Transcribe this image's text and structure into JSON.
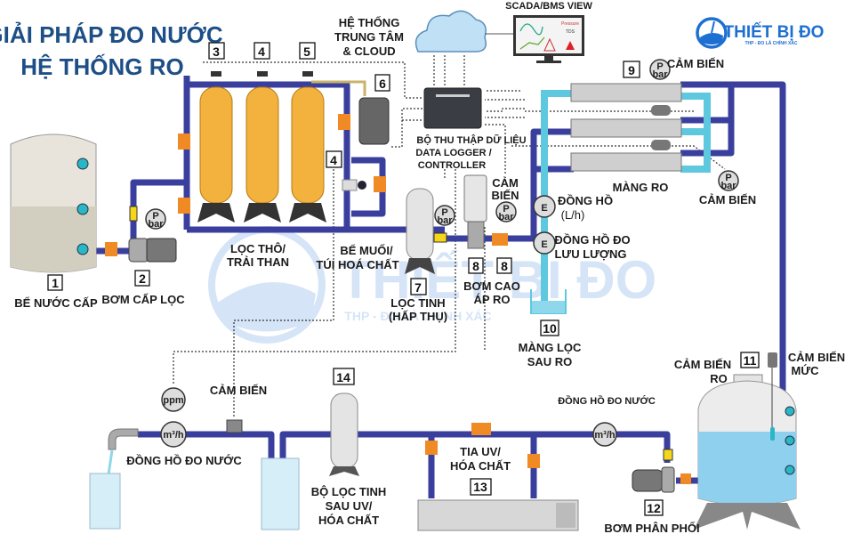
{
  "title": {
    "line1": "GIẢI PHÁP ĐO NƯỚC",
    "line2": "HỆ THỐNG RO"
  },
  "logo": {
    "name": "THIẾT BỊ ĐO",
    "tagline": "THP - ĐO LÀ CHÍNH XÁC",
    "color": "#1d6fd1"
  },
  "colors": {
    "pipe": "#3a3f9e",
    "permeate": "#5ec8df",
    "filter": "#f3b13d",
    "valve": "#f08a24",
    "title": "#1d4f86"
  },
  "cloud": {
    "line1": "HỆ THỐNG",
    "line2": "TRUNG TÂM",
    "line3": "& CLOUD"
  },
  "scada": {
    "label": "SCADA/BMS VIEW",
    "pressure": "Pressure",
    "tds": "TDS"
  },
  "logger": {
    "line1": "BỘ THU THẬP DỮ LIỆU",
    "line2": "DATA LOGGER /",
    "line3": "CONTROLLER"
  },
  "numbers": {
    "n1": "1",
    "n2": "2",
    "n3": "3",
    "n4": "4",
    "n4b": "4",
    "n5": "5",
    "n6": "6",
    "n7": "7",
    "n8": "8",
    "n8b": "8",
    "n9": "9",
    "n10": "10",
    "n11": "11",
    "n12": "12",
    "n13": "13",
    "n14": "14"
  },
  "labels": {
    "tank1": "BỂ NƯỚC CẤP",
    "pump2": "BƠM CẤP LỌC",
    "coarse1": "LỌC THÔ/",
    "coarse2": "TRẢI THAN",
    "brine1": "BỂ MUỐI/",
    "brine2": "TÚI HOÁ CHẤT",
    "fine1": "LỌC TINH",
    "fine2": "(HẤP THỤ)",
    "hp1": "BƠM CAO",
    "hp2": "ÁP RO",
    "sensor_hp1": "CẢM",
    "sensor_hp2": "BIẾN",
    "meter_e1": "ĐỒNG HỒ",
    "meter_e1_unit": "(L/h)",
    "meter_e2a": "ĐỒNG HỒ ĐO",
    "meter_e2b": "LƯU LƯỢNG",
    "ro_sensor_top": "CẢM BIẾN",
    "ro_membrane": "MÀNG RO",
    "ro_sensor_bottom": "CẢM BIẾN",
    "post1": "MÀNG LỌC",
    "post2": "SAU RO",
    "ro_tank_sensor1": "CẢM BIẾN",
    "ro_tank_sensor2": "RO",
    "level1": "CẢM BIẾN",
    "level2": "MỨC",
    "dist_pump": "BƠM PHÂN PHỐI",
    "water_meter_right": "ĐỒNG HỒ ĐO NƯỚC",
    "uv1": "TIA UV/",
    "uv2": "HÓA CHẤT",
    "postfine1": "BỘ LỌC TINH",
    "postfine2": "SAU UV/",
    "postfine3": "HÓA CHẤT",
    "sensor_bottom": "CẢM BIẾN",
    "water_meter_left": "ĐỒNG HỒ ĐO NƯỚC"
  },
  "gauges": {
    "p": "P",
    "bar": "bar",
    "e": "E",
    "ppm": "ppm",
    "flow": "m³/h"
  }
}
